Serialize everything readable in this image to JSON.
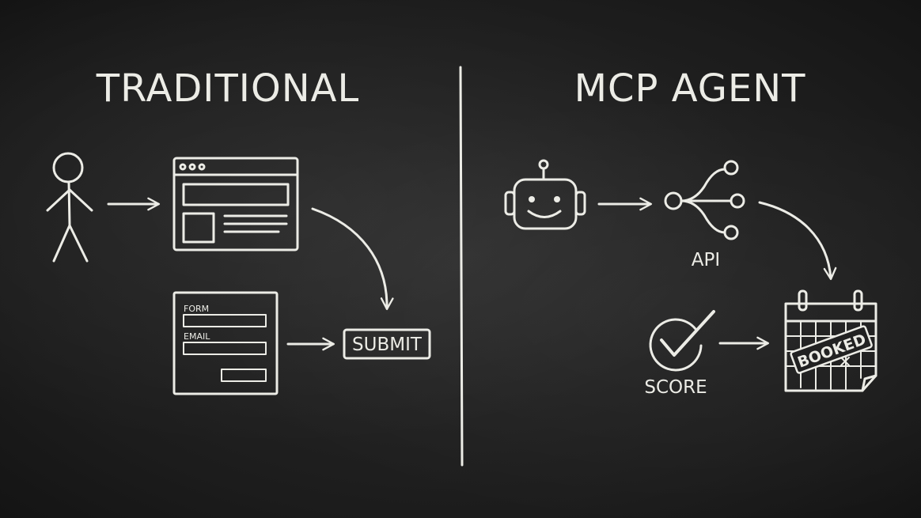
{
  "left": {
    "heading": "TRADITIONAL",
    "form": {
      "form_label": "FORM",
      "email_label": "EMAIL"
    },
    "submit_label": "SUBMIT"
  },
  "right": {
    "heading": "MCP AGENT",
    "api_label": "API",
    "score_label": "SCORE",
    "calendar_stamp": "BOOKED"
  },
  "colors": {
    "chalk": "#ecece6",
    "board": "#1e1e1e"
  },
  "icons": [
    "stick-figure-icon",
    "browser-window-icon",
    "robot-icon",
    "api-network-icon",
    "checkmark-circle-icon",
    "calendar-icon"
  ]
}
